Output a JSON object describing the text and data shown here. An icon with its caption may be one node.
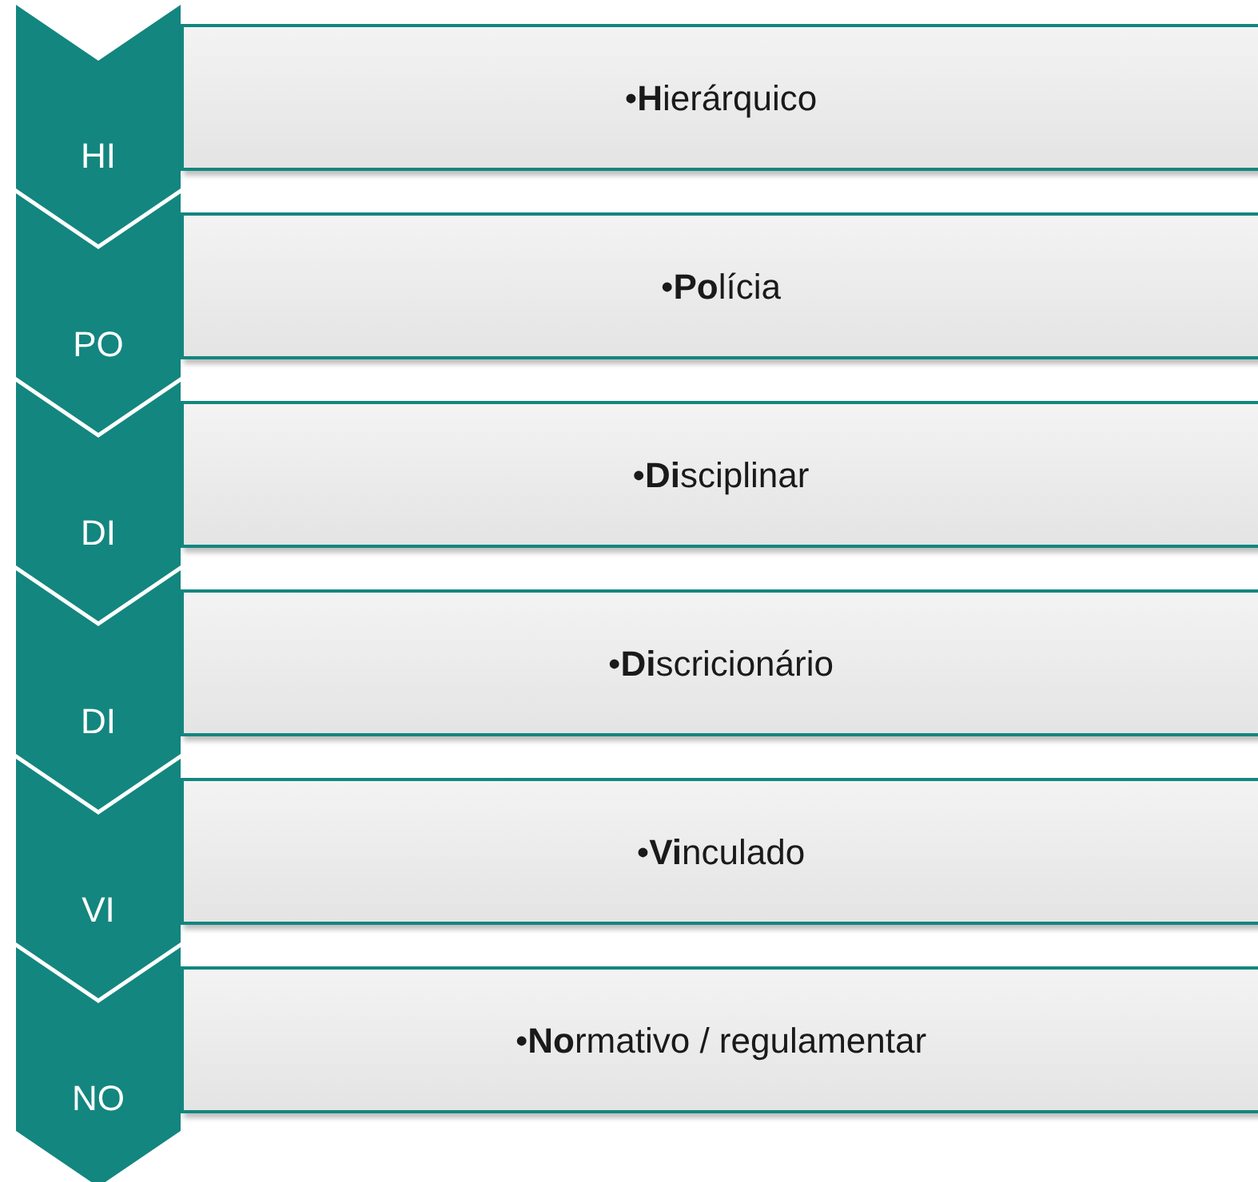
{
  "diagram": {
    "nodes": [
      {
        "text": [
          "HI"
        ]
      },
      {
        "text": [
          "•**H**ierárquico"
        ]
      },
      {
        "text": [
          "PO"
        ]
      },
      {
        "text": [
          "•**Po**lícia"
        ]
      },
      {
        "text": [
          "DI"
        ]
      },
      {
        "text": [
          "•**Di**sciplinar"
        ]
      },
      {
        "text": [
          "DI"
        ]
      },
      {
        "text": [
          "•**Di**scricionário"
        ]
      },
      {
        "text": [
          "VI"
        ]
      },
      {
        "text": [
          "•**Vi**nculado"
        ]
      },
      {
        "text": [
          "NO"
        ]
      },
      {
        "text": [
          "•**No**rmativo / regulamentar"
        ]
      }
    ]
  }
}
